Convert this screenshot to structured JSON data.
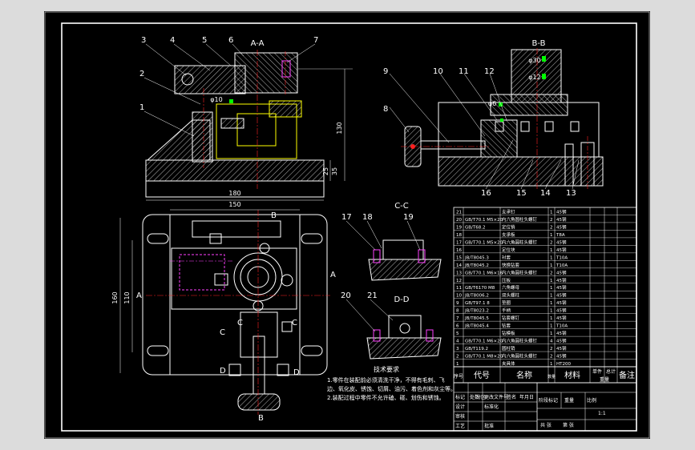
{
  "views": {
    "aa": "A-A",
    "bb": "B-B",
    "cc": "C-C",
    "dd": "D-D"
  },
  "part_labels": [
    "1",
    "2",
    "3",
    "4",
    "5",
    "6",
    "7",
    "8",
    "9",
    "10",
    "11",
    "12",
    "13",
    "14",
    "15",
    "16",
    "17",
    "18",
    "19",
    "20",
    "21"
  ],
  "dims": {
    "w180": "180",
    "w150": "150",
    "h160": "160",
    "h110": "110",
    "h130": "130",
    "h35": "35",
    "h25": "25",
    "phi10": "φ10",
    "phi6": "φ6",
    "phi30": "φ30",
    "phi12": "φ12"
  },
  "section_marks": {
    "b_top": "B",
    "b_bottom": "B",
    "a_left": "A",
    "a_right": "A",
    "c_top": "C",
    "c_right": "C",
    "c_left": "C",
    "d_left": "D",
    "d_right": "D"
  },
  "notes": {
    "title": "技术要求",
    "line1": "1.零件在装配前必须清洗干净，不得有毛刺、飞",
    "line2": "边、氧化皮、锈蚀、切屑、油污、着色剂和灰尘等。",
    "line3": "2.装配过程中零件不允许磕、碰、划伤和锈蚀。"
  },
  "bom_header": {
    "seq": "序号",
    "code": "代号",
    "name": "名称",
    "qty": "数量",
    "material": "材料",
    "unit_weight": "单件",
    "total_weight": "总计",
    "weight": "重量",
    "remark": "备注"
  },
  "bom_rows": [
    {
      "seq": "21",
      "code": "",
      "name": "支承钉",
      "qty": "1",
      "mat": "45钢"
    },
    {
      "seq": "20",
      "code": "GB/T70.1 M5×20",
      "name": "内六角圆柱头螺钉",
      "qty": "2",
      "mat": "45钢"
    },
    {
      "seq": "19",
      "code": "GB/T68.2",
      "name": "定位销",
      "qty": "2",
      "mat": "45钢"
    },
    {
      "seq": "18",
      "code": "",
      "name": "支承板",
      "qty": "1",
      "mat": "T8A"
    },
    {
      "seq": "17",
      "code": "GB/T70.1 M5×20",
      "name": "内六角圆柱头螺钉",
      "qty": "2",
      "mat": "45钢"
    },
    {
      "seq": "16",
      "code": "",
      "name": "定位块",
      "qty": "1",
      "mat": "45钢"
    },
    {
      "seq": "15",
      "code": "JB/T8045.3",
      "name": "衬套",
      "qty": "1",
      "mat": "T10A"
    },
    {
      "seq": "14",
      "code": "JB/T8045.2",
      "name": "快换钻套",
      "qty": "1",
      "mat": "T10A"
    },
    {
      "seq": "13",
      "code": "GB/T70.1 M6×16",
      "name": "内六角圆柱头螺钉",
      "qty": "2",
      "mat": "45钢"
    },
    {
      "seq": "12",
      "code": "",
      "name": "压板",
      "qty": "1",
      "mat": "45钢"
    },
    {
      "seq": "11",
      "code": "GB/T6170 M8",
      "name": "六角螺母",
      "qty": "1",
      "mat": "45钢"
    },
    {
      "seq": "10",
      "code": "JB/T8006.2",
      "name": "双头螺柱",
      "qty": "1",
      "mat": "45钢"
    },
    {
      "seq": "9",
      "code": "GB/T97.1 8",
      "name": "垫圈",
      "qty": "1",
      "mat": "45钢"
    },
    {
      "seq": "8",
      "code": "JB/T8023.2",
      "name": "手柄",
      "qty": "1",
      "mat": "45钢"
    },
    {
      "seq": "7",
      "code": "JB/T8045.5",
      "name": "钻套螺钉",
      "qty": "1",
      "mat": "45钢"
    },
    {
      "seq": "6",
      "code": "JB/T8045.4",
      "name": "钻套",
      "qty": "1",
      "mat": "T10A"
    },
    {
      "seq": "5",
      "code": "",
      "name": "钻模板",
      "qty": "1",
      "mat": "45钢"
    },
    {
      "seq": "4",
      "code": "GB/T70.1 M6×20",
      "name": "内六角圆柱头螺钉",
      "qty": "4",
      "mat": "45钢"
    },
    {
      "seq": "3",
      "code": "GB/T119.2",
      "name": "圆柱销",
      "qty": "2",
      "mat": "45钢"
    },
    {
      "seq": "2",
      "code": "GB/T70.1 M8×20",
      "name": "内六角圆柱头螺钉",
      "qty": "2",
      "mat": "45钢"
    },
    {
      "seq": "1",
      "code": "",
      "name": "夹具体",
      "qty": "1",
      "mat": "HT200"
    }
  ],
  "title_block": {
    "mark": "标记",
    "count": "处数",
    "zone": "分区",
    "change_no": "更改文件号",
    "signature": "签名",
    "date": "年月日",
    "design": "设计",
    "standard": "标准化",
    "stage_mark": "阶段标记",
    "weight": "重量",
    "scale": "比例",
    "scale_value": "1:1",
    "review": "审核",
    "process": "工艺",
    "approve": "批准",
    "sheets_total": "共  张",
    "sheet_no": "第  张"
  },
  "colors": {
    "bg": "#000000",
    "line": "#ffffff",
    "center": "#ff2020",
    "hidden": "#ff40ff",
    "part": "#ffff00",
    "accent_green": "#00ff00"
  }
}
